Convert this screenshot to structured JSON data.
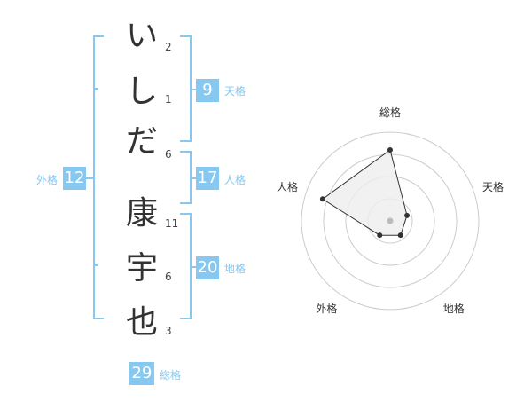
{
  "name": {
    "characters": [
      {
        "char": "い",
        "strokes": "2"
      },
      {
        "char": "し",
        "strokes": "1"
      },
      {
        "char": "だ",
        "strokes": "6"
      },
      {
        "char": "康",
        "strokes": "11"
      },
      {
        "char": "宇",
        "strokes": "6"
      },
      {
        "char": "也",
        "strokes": "3"
      }
    ]
  },
  "fortune": {
    "tenkaku": {
      "value": "9",
      "label": "天格"
    },
    "jinkaku": {
      "value": "17",
      "label": "人格"
    },
    "chikaku": {
      "value": "20",
      "label": "地格"
    },
    "gaikaku": {
      "value": "12",
      "label": "外格"
    },
    "soukaku": {
      "value": "29",
      "label": "総格"
    }
  },
  "colors": {
    "accent": "#86c8f0",
    "text": "#333333",
    "radar_fill": "#eeeeee",
    "radar_ring": "#cccccc",
    "radar_point": "#333333",
    "radar_center": "#bbbbbb"
  },
  "chart_data": {
    "type": "radar",
    "axes": [
      "総格",
      "天格",
      "地格",
      "外格",
      "人格"
    ],
    "max": 5,
    "rings": 4,
    "values": [
      4,
      1,
      1,
      1,
      4
    ]
  }
}
